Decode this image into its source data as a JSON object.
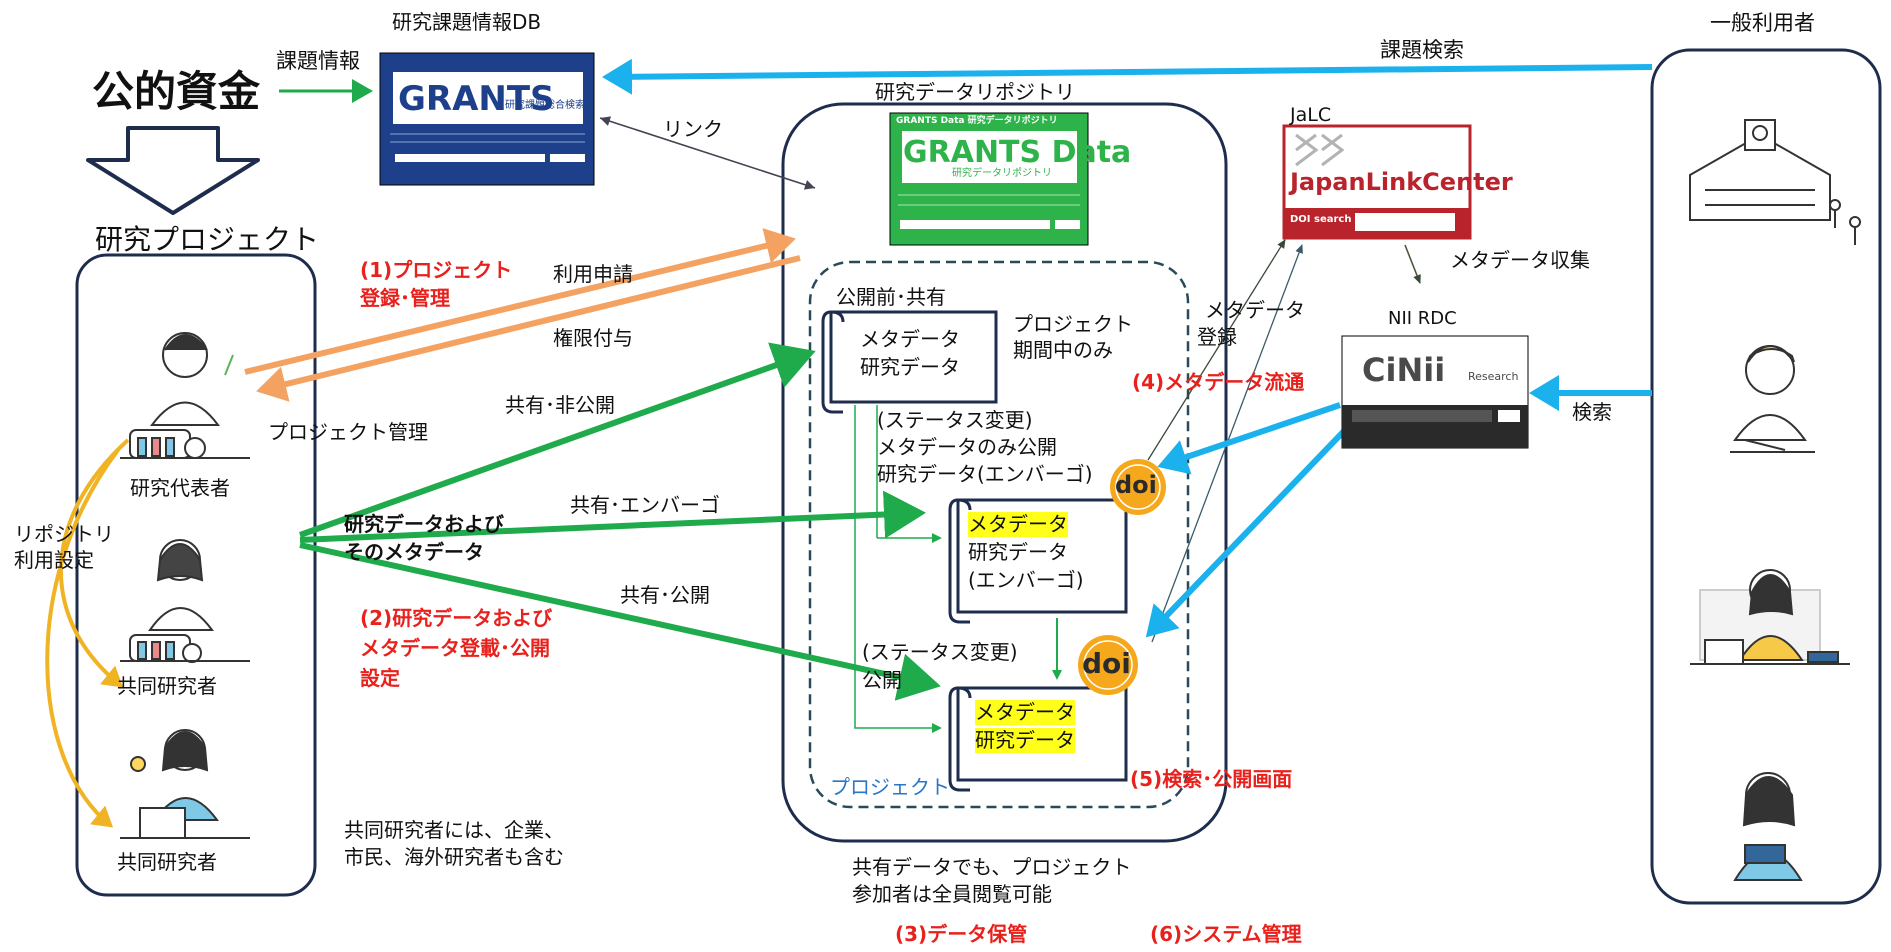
{
  "top": {
    "public_funds": "公的資金",
    "assignment_info": "課題情報",
    "grants_db_title": "研究課題情報DB",
    "grants_logo": "GRANTS",
    "grants_sub": "研究課題総合検索",
    "link": "リンク",
    "assignment_search": "課題検索",
    "general_users": "一般利用者"
  },
  "project": {
    "title": "研究プロジェクト",
    "pi": "研究代表者",
    "co1": "共同研究者",
    "co2": "共同研究者",
    "repo_setting_1": "リポジトリ",
    "repo_setting_2": "利用設定",
    "project_mgmt": "プロジェクト管理",
    "note_1": "共同研究者には、企業、",
    "note_2": "市民、海外研究者も含む"
  },
  "flows": {
    "step1_line1": "(1)プロジェクト",
    "step1_line2": "登録･管理",
    "apply": "利用申請",
    "grant_rights": "権限付与",
    "share_private": "共有･非公開",
    "data_meta_1": "研究データおよび",
    "data_meta_2": "そのメタデータ",
    "share_embargo": "共有･エンバーゴ",
    "share_public": "共有･公開",
    "step2_line1": "(2)研究データおよび",
    "step2_line2": "メタデータ登載･公開",
    "step2_line3": "設定"
  },
  "repository": {
    "title": "研究データリポジトリ",
    "grants_data_header": "GRANTS Data 研究データリポジトリ",
    "grants_data_logo": "GRANTS Data",
    "grants_data_sub": "研究データリポジトリ",
    "pre_public_share": "公開前･共有",
    "card1_line1": "メタデータ",
    "card1_line2": "研究データ",
    "period_1": "プロジェクト",
    "period_2": "期間中のみ",
    "status1_line1": "(ステータス変更)",
    "status1_line2": "メタデータのみ公開",
    "status1_line3": "研究データ(エンバーゴ)",
    "card2_line1": "メタデータ",
    "card2_line2": "研究データ",
    "card2_line3": "(エンバーゴ)",
    "status2_line1": "(ステータス変更)",
    "status2_line2": "公開",
    "card3_line1": "メタデータ",
    "card3_line2": "研究データ",
    "project_label": "プロジェクト",
    "note_1": "共有データでも、プロジェクト",
    "note_2": "参加者は全員閲覧可能",
    "step3": "(3)データ保管",
    "step6": "(6)システム管理",
    "step5": "(5)検索･公開画面",
    "doi_label": "doi"
  },
  "external": {
    "jalc": "JaLC",
    "jalc_logo_1": "Japan",
    "jalc_logo_2": "Link",
    "jalc_logo_3": "Center",
    "jalc_search": "DOI search",
    "meta_register_1": "メタデータ",
    "meta_register_2": "登録",
    "meta_collect": "メタデータ収集",
    "nii_rdc": "NII RDC",
    "cinii_logo": "CiNii",
    "cinii_sub": "Research",
    "step4": "(4)メタデータ流通",
    "search": "検索"
  },
  "colors": {
    "green": "#1faa4b",
    "orange": "#f4a261",
    "blue": "#1ab1ec",
    "red_text": "#e8211d",
    "navy_frame": "#1e2d4d",
    "doi_orange": "#f6a81c",
    "gold": "#f0b323"
  }
}
